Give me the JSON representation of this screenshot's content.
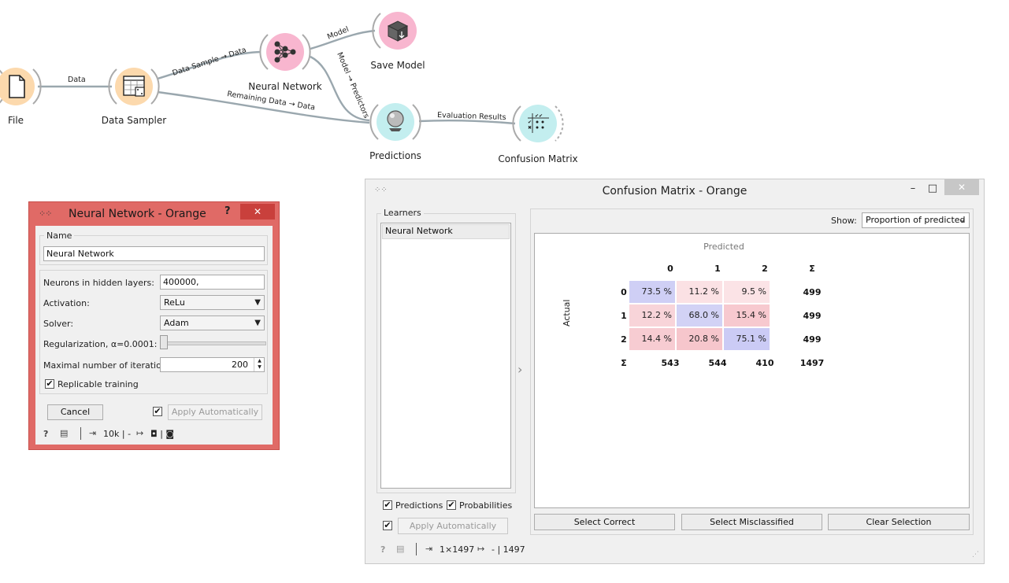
{
  "canvas": {
    "nodes": {
      "file": "File",
      "data_sampler": "Data Sampler",
      "neural_network": "Neural Network",
      "save_model": "Save Model",
      "predictions": "Predictions",
      "confusion_matrix": "Confusion Matrix"
    },
    "links": {
      "file_to_sampler": "Data",
      "sampler_to_nn": "Data Sample → Data",
      "sampler_to_pred": "Remaining Data → Data",
      "nn_to_save": "Model",
      "nn_to_pred": "Model → Predictors",
      "pred_to_cm": "Evaluation Results"
    },
    "colors": {
      "file": "#fcd9ad",
      "sampler": "#fcd9ad",
      "nn": "#f8b6cf",
      "save": "#f8b6cf",
      "pred": "#c3eeef",
      "cm": "#c3eeef",
      "link": "#9aa7ae"
    }
  },
  "nn_window": {
    "title": "Neural Network - Orange",
    "help": "?",
    "close": "✕",
    "name_group": "Name",
    "name_value": "Neural Network",
    "neurons_label": "Neurons in hidden layers:",
    "neurons_value": "400000,",
    "activation_label": "Activation:",
    "activation_value": "ReLu",
    "solver_label": "Solver:",
    "solver_value": "Adam",
    "regularization_label": "Regularization, α=0.0001:",
    "regularization_slider_fraction": 0.0,
    "max_iter_label": "Maximal number of iterations:",
    "max_iter_value": "200",
    "replicable_label": "Replicable training",
    "replicable_checked": true,
    "cancel_label": "Cancel",
    "apply_auto_label": "Apply Automatically",
    "status_in": "10k | -",
    "status_out": "◘ | ◙"
  },
  "cm_window": {
    "title": "Confusion Matrix - Orange",
    "learners_group": "Learners",
    "learners": [
      "Neural Network"
    ],
    "predictions_label": "Predictions",
    "probabilities_label": "Probabilities",
    "apply_auto_label": "Apply Automatically",
    "show_label": "Show:",
    "show_value": "Proportion of predicted",
    "predicted_label": "Predicted",
    "actual_label": "Actual",
    "columns": [
      "0",
      "1",
      "2",
      "Σ"
    ],
    "rows": [
      {
        "label": "0",
        "cells": [
          "73.5 %",
          "11.2 %",
          "9.5 %"
        ],
        "total": "499"
      },
      {
        "label": "1",
        "cells": [
          "12.2 %",
          "68.0 %",
          "15.4 %"
        ],
        "total": "499"
      },
      {
        "label": "2",
        "cells": [
          "14.4 %",
          "20.8 %",
          "75.1 %"
        ],
        "total": "499"
      }
    ],
    "sum_label": "Σ",
    "col_totals": [
      "543",
      "544",
      "410",
      "1497"
    ],
    "select_correct": "Select Correct",
    "select_misclassified": "Select Misclassified",
    "clear_selection": "Clear Selection",
    "status_in": "1×1497",
    "status_out": "- | 1497",
    "diag_color": "#cfcff5",
    "offdiag_color_strong": "#f6c9cf",
    "offdiag_color_light": "#fbe1e4"
  }
}
